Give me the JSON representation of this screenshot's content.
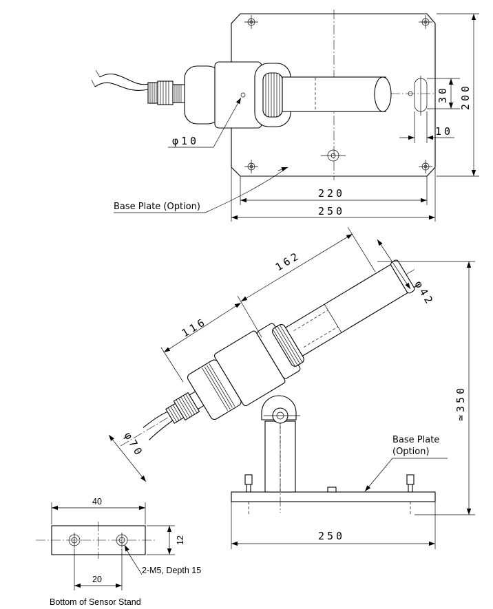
{
  "top_view": {
    "dim_phi10": "φ10",
    "dim_30": "30",
    "dim_200": "200",
    "dim_10": "10",
    "dim_220": "220",
    "dim_250": "250",
    "label_base_plate": "Base Plate (Option)"
  },
  "side_view": {
    "dim_162": "162",
    "dim_116": "116",
    "dim_phi42": "φ42",
    "dim_phi70": "φ70",
    "dim_350": "≃350",
    "dim_250": "250",
    "label_base_plate_line1": "Base Plate",
    "label_base_plate_line2": "(Option)"
  },
  "stand_bottom": {
    "dim_40": "40",
    "dim_12": "12",
    "dim_20": "20",
    "label_holes": "2-M5, Depth 15",
    "title": "Bottom of Sensor Stand"
  }
}
